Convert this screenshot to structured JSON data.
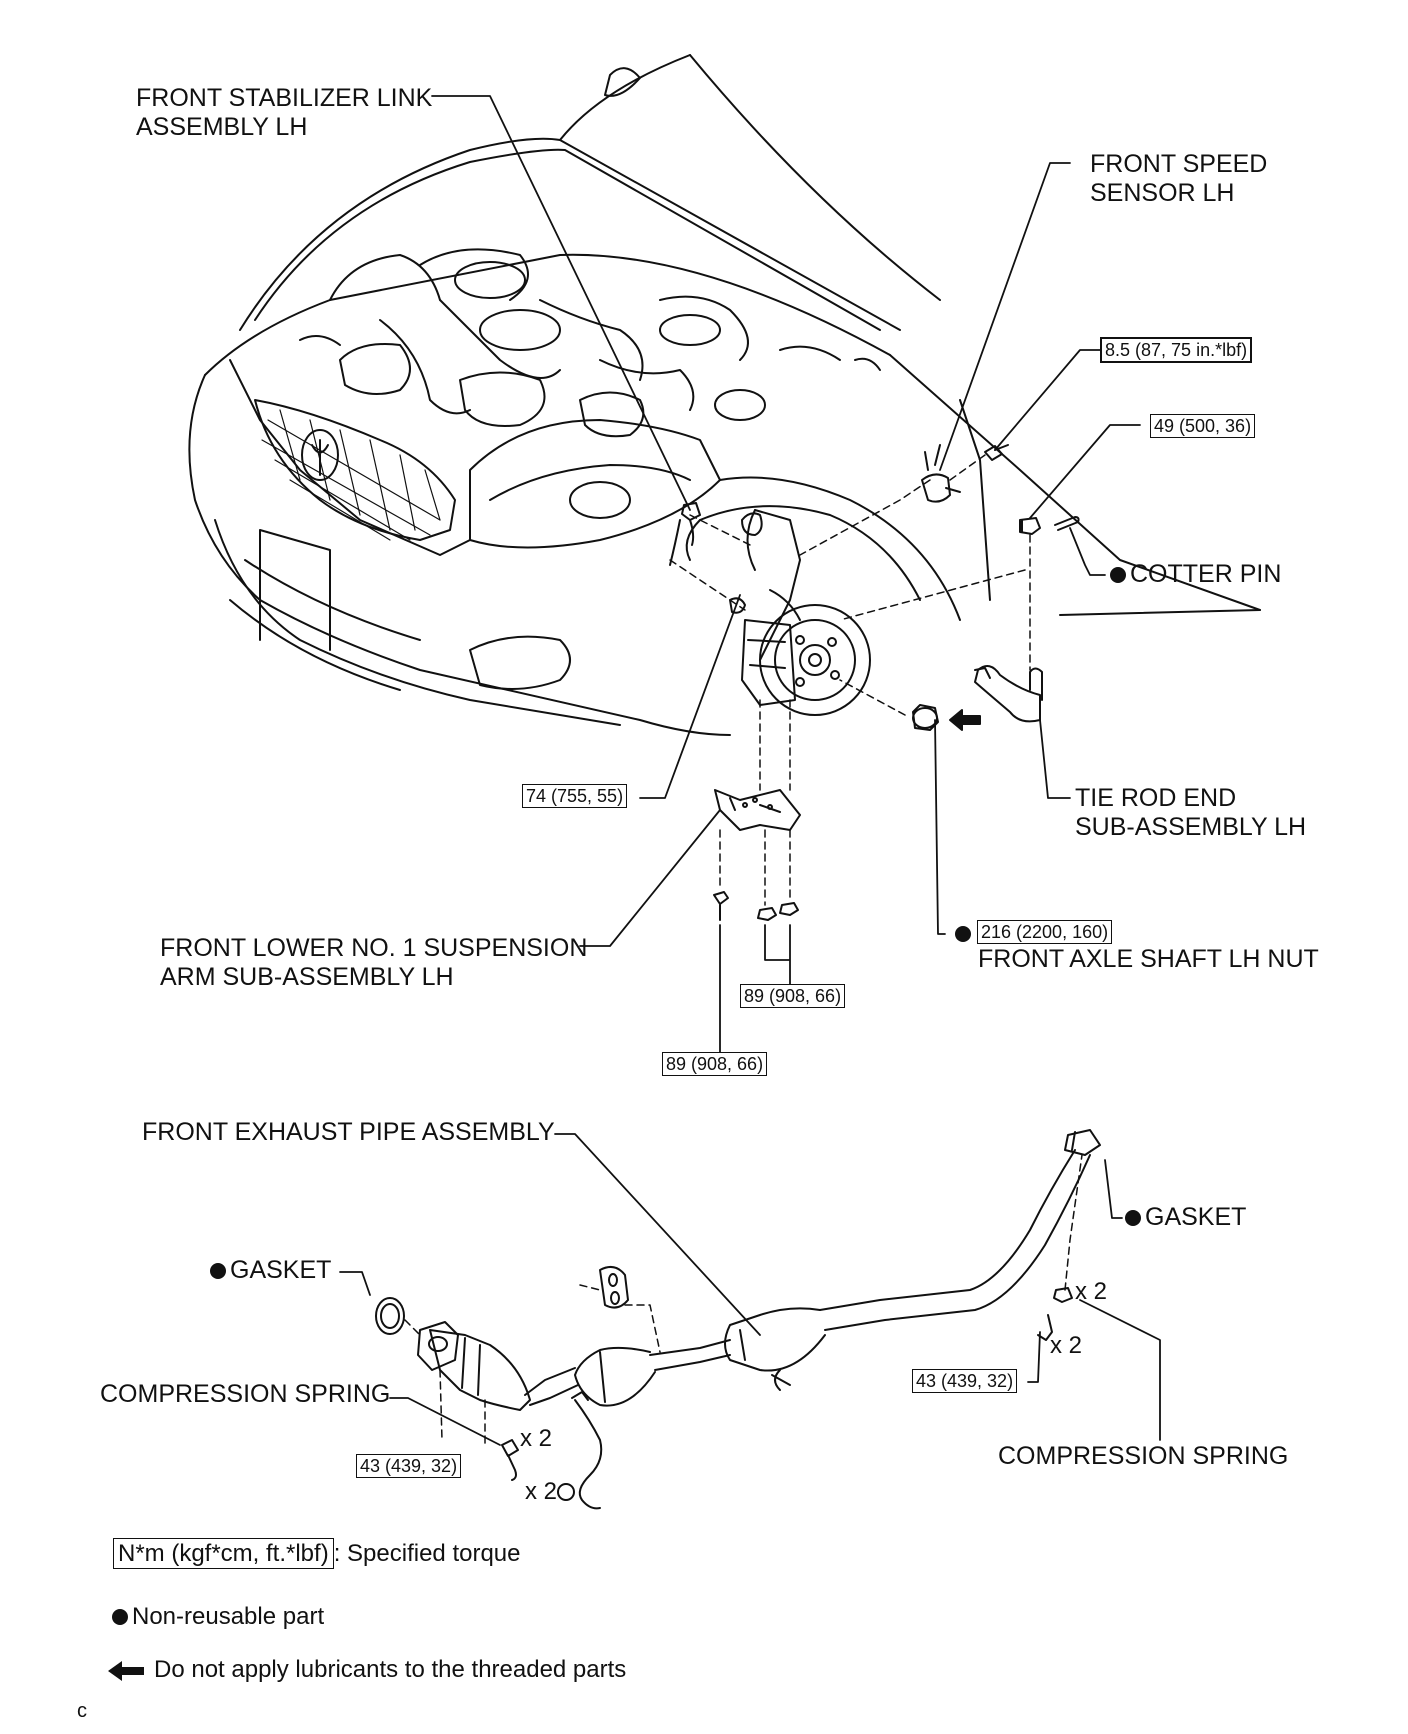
{
  "labels": {
    "stabilizer_link": [
      "FRONT STABILIZER LINK",
      "ASSEMBLY LH"
    ],
    "speed_sensor": [
      "FRONT SPEED",
      "SENSOR LH"
    ],
    "cotter_pin": "COTTER PIN",
    "tie_rod_end": [
      "TIE ROD END",
      "SUB-ASSEMBLY LH"
    ],
    "lower_arm": [
      "FRONT LOWER NO. 1 SUSPENSION",
      "ARM SUB-ASSEMBLY LH"
    ],
    "axle_nut": "FRONT AXLE SHAFT LH NUT",
    "exhaust_pipe": "FRONT EXHAUST PIPE ASSEMBLY",
    "gasket_right": "GASKET",
    "gasket_left": "GASKET",
    "compression_spring_left": "COMPRESSION SPRING",
    "compression_spring_right": "COMPRESSION SPRING"
  },
  "torques": {
    "speed_sensor_bolt": "8.5 (87, 75 in.*lbf)",
    "tie_rod_nut": "49 (500, 36)",
    "stabilizer_nut": "74 (755, 55)",
    "axle_nut": "216 (2200, 160)",
    "arm_nuts": "89 (908, 66)",
    "arm_bolt": "89 (908, 66)",
    "exhaust_right": "43 (439, 32)",
    "exhaust_left": "43 (439, 32)"
  },
  "quantities": {
    "right_spring": "x 2",
    "right_bolt": "x 2",
    "left_spring": "x 2",
    "left_bolt": "x 2"
  },
  "legend": {
    "torque_box": "N*m (kgf*cm, ft.*lbf)",
    "torque_text": ": Specified torque",
    "nonreusable_text": "Non-reusable part",
    "lubricant_text": "Do not apply lubricants to the threaded parts"
  },
  "corner_mark": "c"
}
